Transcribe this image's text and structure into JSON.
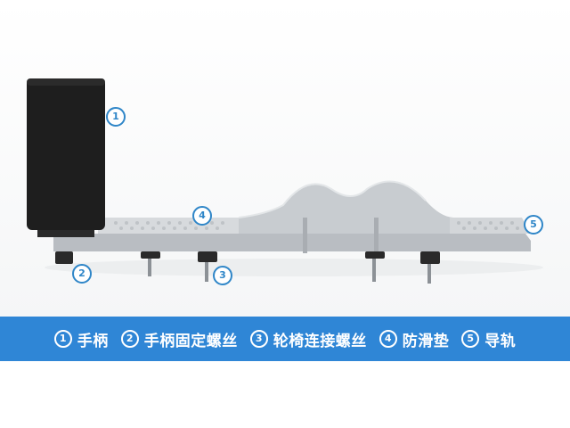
{
  "callouts": [
    "1",
    "2",
    "3",
    "4",
    "5"
  ],
  "legend": [
    {
      "num": "1",
      "label": "手柄"
    },
    {
      "num": "2",
      "label": "手柄固定螺丝"
    },
    {
      "num": "3",
      "label": "轮椅连接螺丝"
    },
    {
      "num": "4",
      "label": "防滑垫"
    },
    {
      "num": "5",
      "label": "导轨"
    }
  ],
  "colors": {
    "accent": "#2f86d6",
    "platform": "#c8cbcf",
    "handle": "#1e1e1e"
  }
}
